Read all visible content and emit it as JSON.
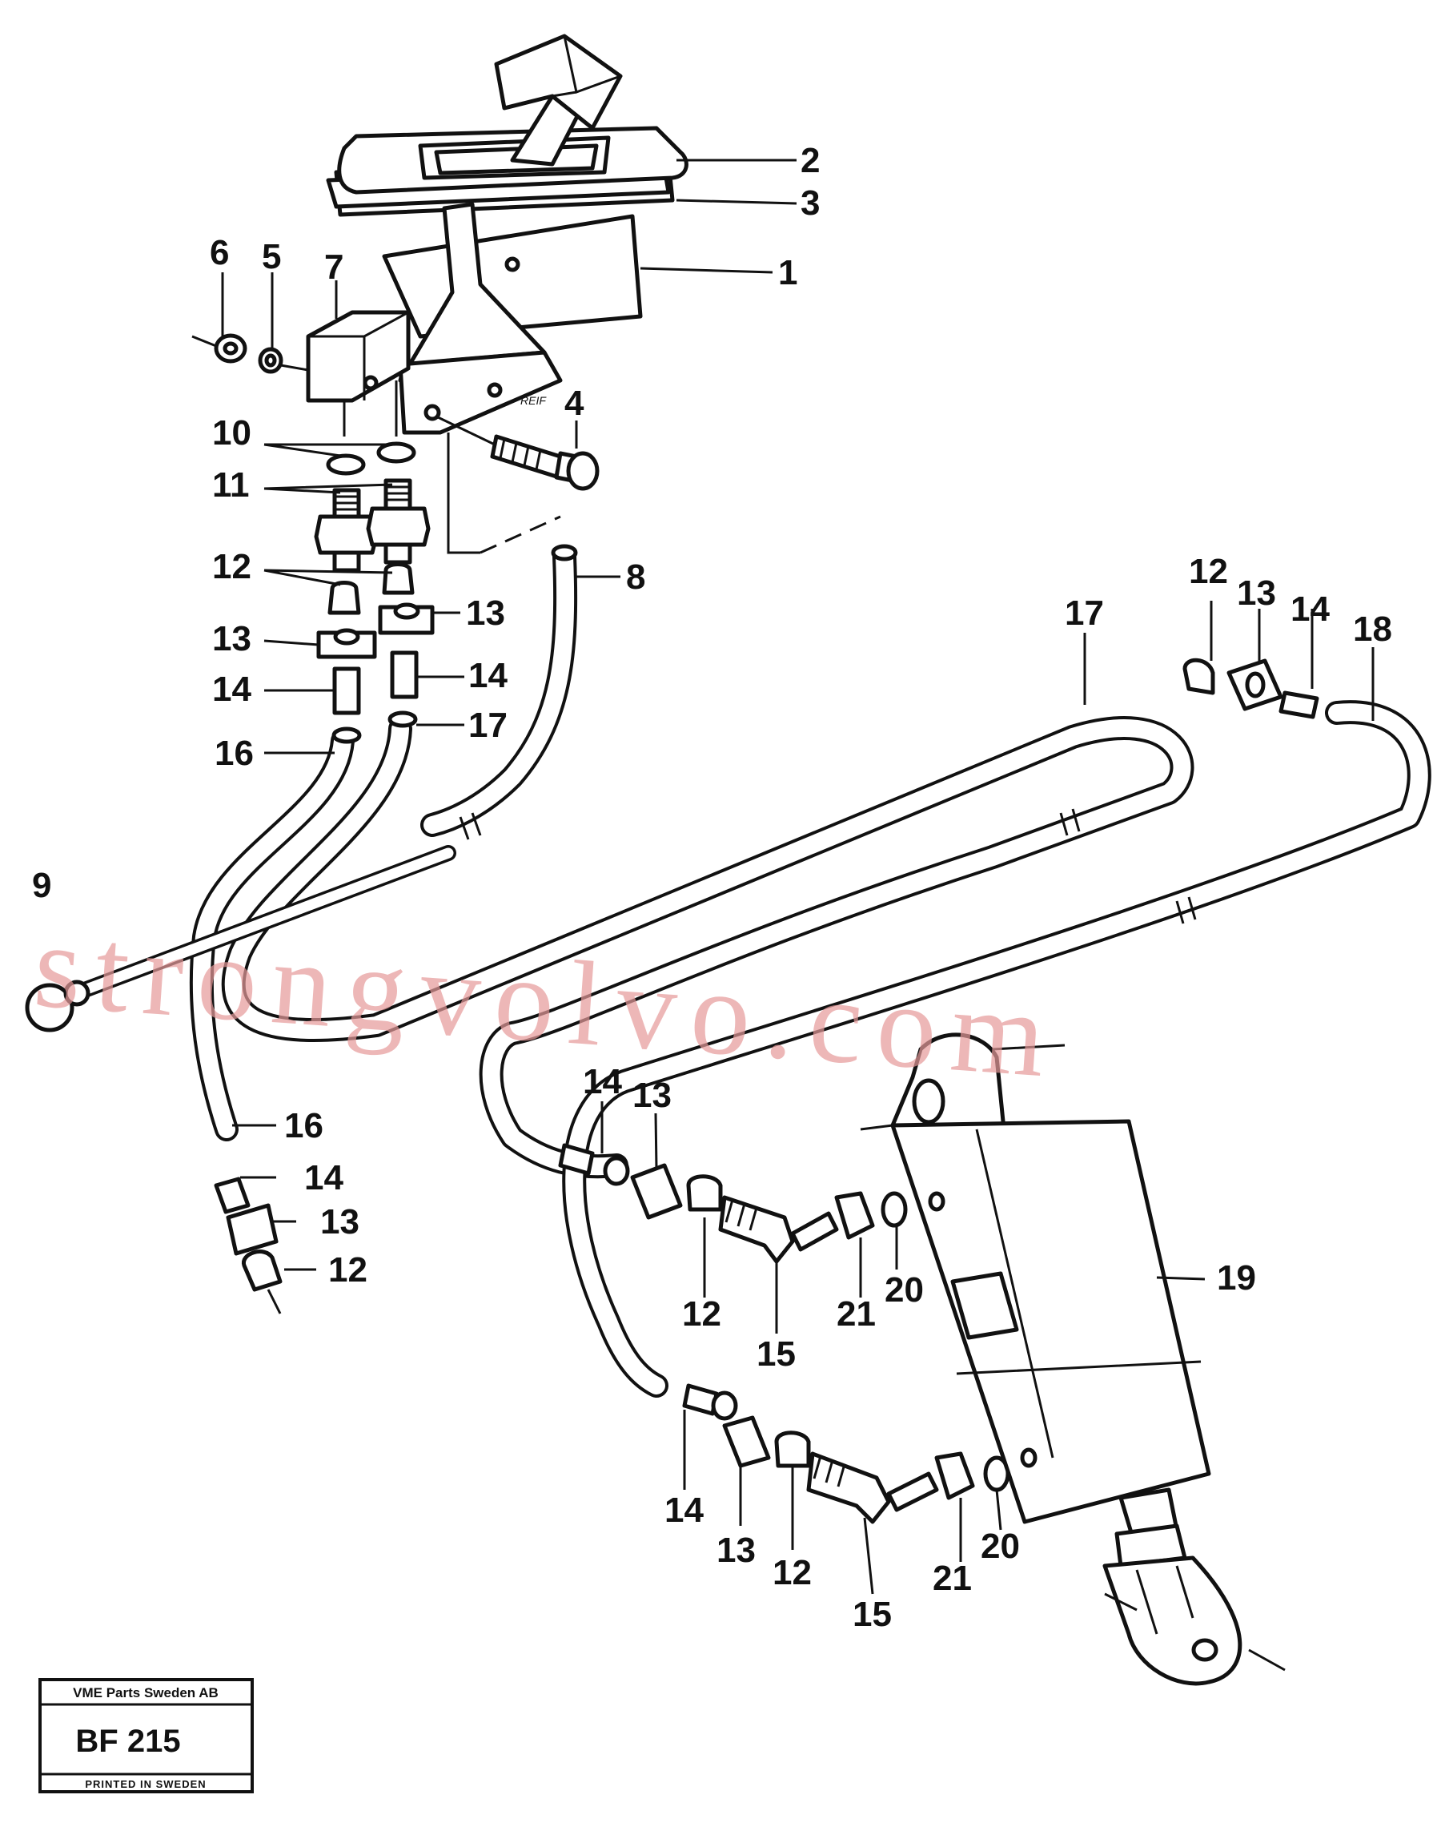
{
  "diagram": {
    "stamp": {
      "company": "VME Parts Sweden AB",
      "code": "BF 215",
      "printed": "PRINTED IN SWEDEN"
    },
    "lever_marking": "REIF",
    "watermark": "strongvolvo.com",
    "callouts": {
      "c1": "1",
      "c2": "2",
      "c3": "3",
      "c4": "4",
      "c5": "5",
      "c6": "6",
      "c7": "7",
      "c8": "8",
      "c9": "9",
      "c10": "10",
      "c11": "11",
      "c12a": "12",
      "c12b": "12",
      "c12c": "12",
      "c12d": "12",
      "c12e": "12",
      "c13a": "13",
      "c13b": "13",
      "c13c": "13",
      "c13d": "13",
      "c13e": "13",
      "c13f": "13",
      "c14a": "14",
      "c14b": "14",
      "c14c": "14",
      "c14d": "14",
      "c14e": "14",
      "c14f": "14",
      "c15a": "15",
      "c15b": "15",
      "c16a": "16",
      "c16b": "16",
      "c17a": "17",
      "c17b": "17",
      "c18": "18",
      "c19": "19",
      "c20a": "20",
      "c20b": "20",
      "c21a": "21",
      "c21b": "21"
    }
  }
}
